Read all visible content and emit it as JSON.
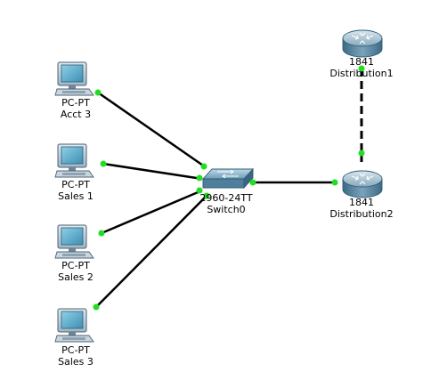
{
  "devices": [
    {
      "id": "acct3",
      "kind": "pc",
      "model": "PC-PT",
      "name": "Acct 3"
    },
    {
      "id": "sales1",
      "kind": "pc",
      "model": "PC-PT",
      "name": "Sales 1"
    },
    {
      "id": "sales2",
      "kind": "pc",
      "model": "PC-PT",
      "name": "Sales 2"
    },
    {
      "id": "sales3",
      "kind": "pc",
      "model": "PC-PT",
      "name": "Sales 3"
    },
    {
      "id": "switch0",
      "kind": "switch",
      "model": "2960-24TT",
      "name": "Switch0"
    },
    {
      "id": "dist1",
      "kind": "router",
      "model": "1841",
      "name": "Distribution1"
    },
    {
      "id": "dist2",
      "kind": "router",
      "model": "1841",
      "name": "Distribution2"
    }
  ],
  "links": [
    {
      "from": "acct3",
      "to": "switch0",
      "style": "solid",
      "status": "up"
    },
    {
      "from": "sales1",
      "to": "switch0",
      "style": "solid",
      "status": "up"
    },
    {
      "from": "sales2",
      "to": "switch0",
      "style": "solid",
      "status": "up"
    },
    {
      "from": "sales3",
      "to": "switch0",
      "style": "solid",
      "status": "up"
    },
    {
      "from": "switch0",
      "to": "dist2",
      "style": "solid",
      "status": "up"
    },
    {
      "from": "dist1",
      "to": "dist2",
      "style": "dashed",
      "status": "up"
    }
  ],
  "colors": {
    "link": "#000000",
    "status_up": "#22dd22"
  }
}
